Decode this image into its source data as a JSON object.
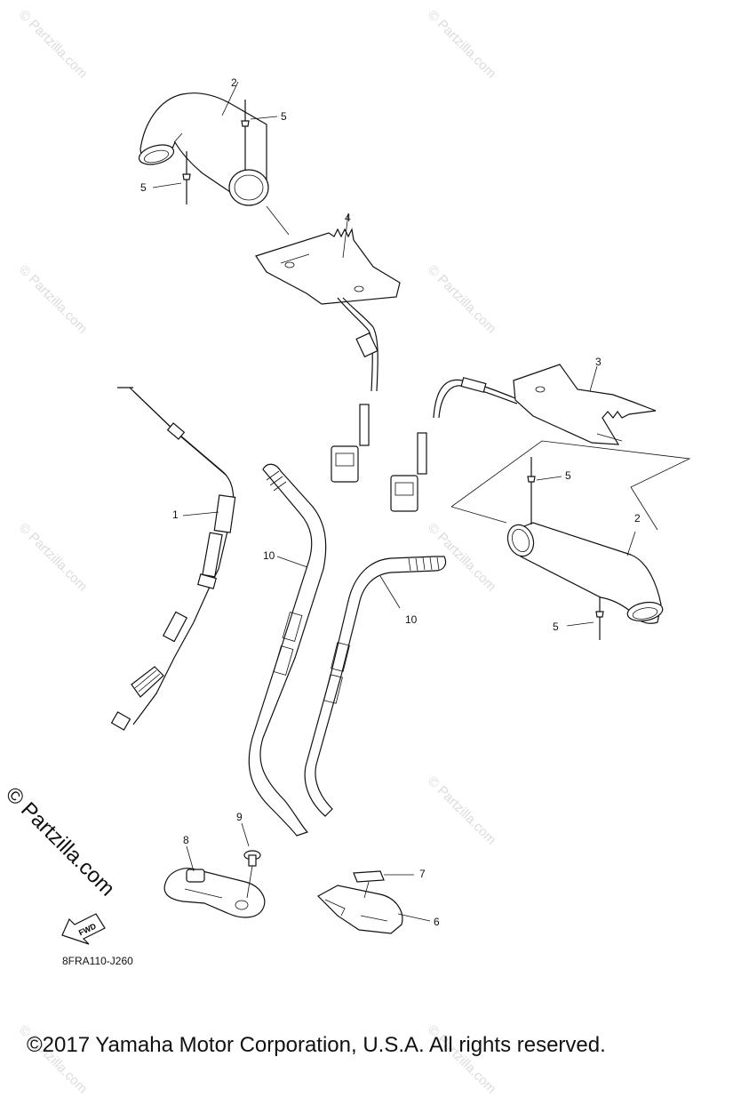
{
  "callouts": {
    "c1": "1",
    "c2a": "2",
    "c2b": "2",
    "c3": "3",
    "c4": "4",
    "c5a": "5",
    "c5b": "5",
    "c5c": "5",
    "c5d": "5",
    "c6": "6",
    "c7": "7",
    "c8": "8",
    "c9": "9",
    "c10a": "10",
    "c10b": "10"
  },
  "fwd_label": "FWD",
  "diagram_code": "8FRA110-J260",
  "copyright": "©2017 Yamaha Motor Corporation, U.S.A. All rights reserved.",
  "watermark": {
    "text": "© Partzilla.com",
    "big_text": "© Partzilla.com"
  }
}
